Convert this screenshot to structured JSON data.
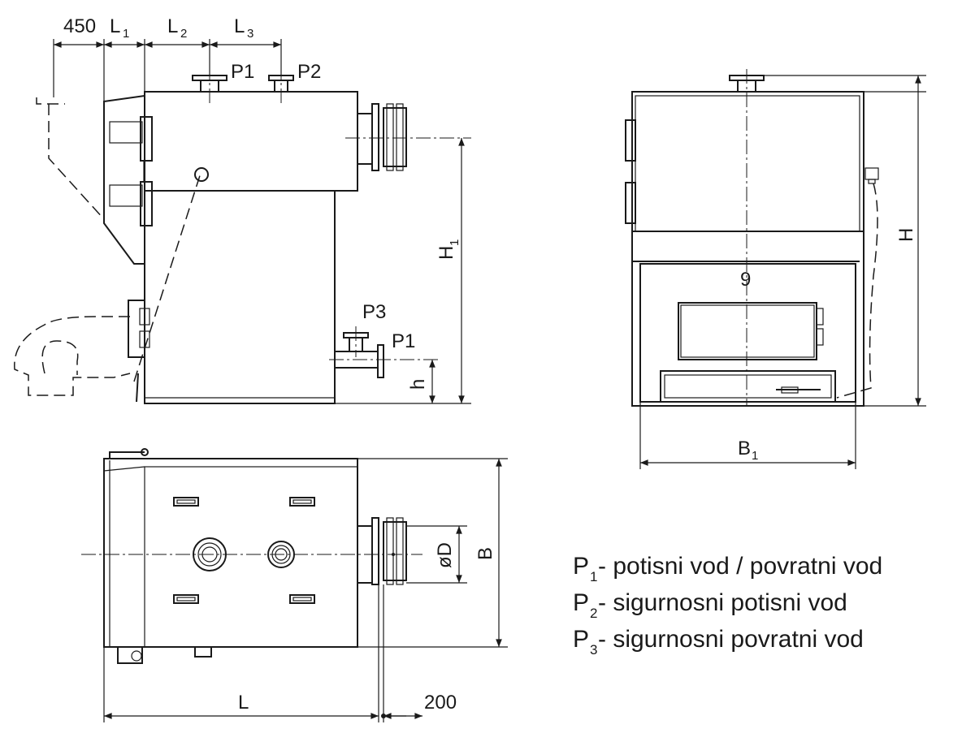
{
  "dims": {
    "d450": "450",
    "L1": "L",
    "L1_sub": "1",
    "L2": "L",
    "L2_sub": "2",
    "L3": "L",
    "L3_sub": "3",
    "H1": "H",
    "H1_sub": "1",
    "h": "h",
    "H": "H",
    "B1": "B",
    "B1_sub": "1",
    "B": "B",
    "phiD": "øD",
    "L": "L",
    "d200": "200"
  },
  "ports": {
    "P1_top": "P1",
    "P2_top": "P2",
    "P3": "P3",
    "P1_low": "P1"
  },
  "legend": [
    {
      "letter": "P",
      "sub": "1",
      "text": "- potisni vod / povratni vod"
    },
    {
      "letter": "P",
      "sub": "2",
      "text": "- sigurnosni potisni vod"
    },
    {
      "letter": "P",
      "sub": "3",
      "text": "- sigurnosni povratni vod"
    }
  ]
}
